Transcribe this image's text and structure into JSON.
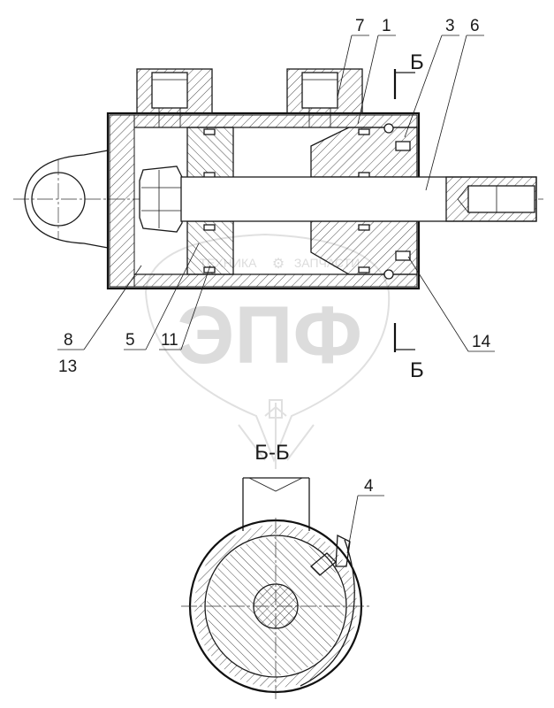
{
  "watermark": {
    "logo_text": "ЭПФ",
    "small_text_left": "ТЕХНИКА",
    "small_text_right": "ЗАПЧАСТИ"
  },
  "section": {
    "marker_letter": "Б",
    "view_title": "Б-Б"
  },
  "callouts": [
    "7",
    "1",
    "3",
    "6",
    "8",
    "13",
    "5",
    "11",
    "14",
    "4"
  ],
  "colors": {
    "line": "#1a1a1a",
    "hatch": "#3a3a3a",
    "watermark": "#dcdcdc"
  }
}
